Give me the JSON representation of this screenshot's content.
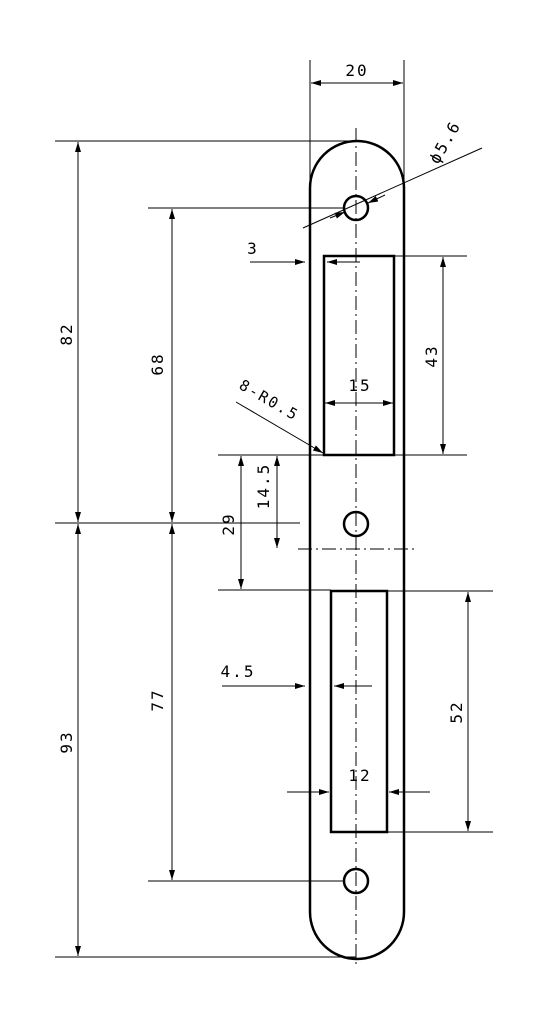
{
  "drawing": {
    "dims": {
      "width_total": "20",
      "hole_dia": "ϕ5.6",
      "offset_top_slot": "3",
      "slot_top_width": "15",
      "slot_top_height": "43",
      "corner_radius": "8-R0.5",
      "gap_slot_to_center": "14.5",
      "center_to_slot2": "29",
      "top_to_center": "82",
      "hole_to_center": "68",
      "offset_bottom_slot": "4.5",
      "slot_bottom_height": "52",
      "slot_bottom_width": "12",
      "center_to_hole": "77",
      "center_to_bottom": "93"
    }
  }
}
